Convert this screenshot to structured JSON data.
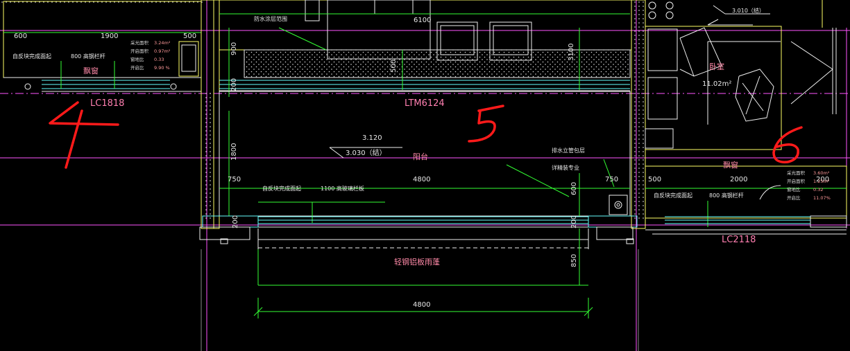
{
  "dims": {
    "d600": "600",
    "d1900": "1900",
    "d500_top": "500",
    "d6100": "6100",
    "d900": "900",
    "d500_mid": "500",
    "d3100": "3100",
    "d200_a": "200",
    "d1800": "1800",
    "d750_left": "750",
    "d4800_mid": "4800",
    "d600_b": "600",
    "d750_right": "750",
    "d200_b": "200",
    "d200_c": "200",
    "d850": "850",
    "d4800_bot": "4800",
    "d500_right": "500",
    "d2000": "2000",
    "d200_d": "200"
  },
  "labels": {
    "waterproof_top": "防水涂层范围",
    "level_top_right": "3.010（结）",
    "left_sill": "自反块完成面起",
    "left_rail": "800  高钢栏杆",
    "left_bay_window": "飘窗",
    "window_lc1818": "LC1818",
    "door_ltm6124": "LTM6124",
    "level_3120": "3.120",
    "level_3030": "3.030（结）",
    "balcony": "阳台",
    "mid_sill": "自反块完成面起",
    "mid_rail": "1100  高玻璃栏板",
    "drain_note": "排水立管包层",
    "detail_note": "详精装专业",
    "bedroom": "卧室",
    "bedroom_area": "11.02m²",
    "right_bay_window": "飘窗",
    "right_sill": "自反块完成面起",
    "right_rail": "800  高钢栏杆",
    "window_lc2118": "LC2118",
    "canopy": "轻钢铝板雨蓬"
  },
  "left_stats": {
    "rows": [
      {
        "label": "采光面积",
        "value": "3.24m²"
      },
      {
        "label": "开启面积",
        "value": "0.97m²"
      },
      {
        "label": "窗地比",
        "value": "0.33"
      },
      {
        "label": "开启比",
        "value": "9.90 %"
      }
    ]
  },
  "right_stats": {
    "rows": [
      {
        "label": "采光面积",
        "value": "3.60m²"
      },
      {
        "label": "开启面积",
        "value": "1.25m²"
      },
      {
        "label": "窗地比",
        "value": "0.32"
      },
      {
        "label": "开启比",
        "value": "11.07%"
      }
    ]
  },
  "annotations": {
    "n4": "4",
    "n5": "5",
    "n6": "6"
  },
  "colors": {
    "background": "#000000",
    "wall": "#ffff66",
    "dimension": "#33ff33",
    "axis": "#ff55ff",
    "glazing": "#66ffff",
    "handwriting": "#ff1a1a"
  }
}
